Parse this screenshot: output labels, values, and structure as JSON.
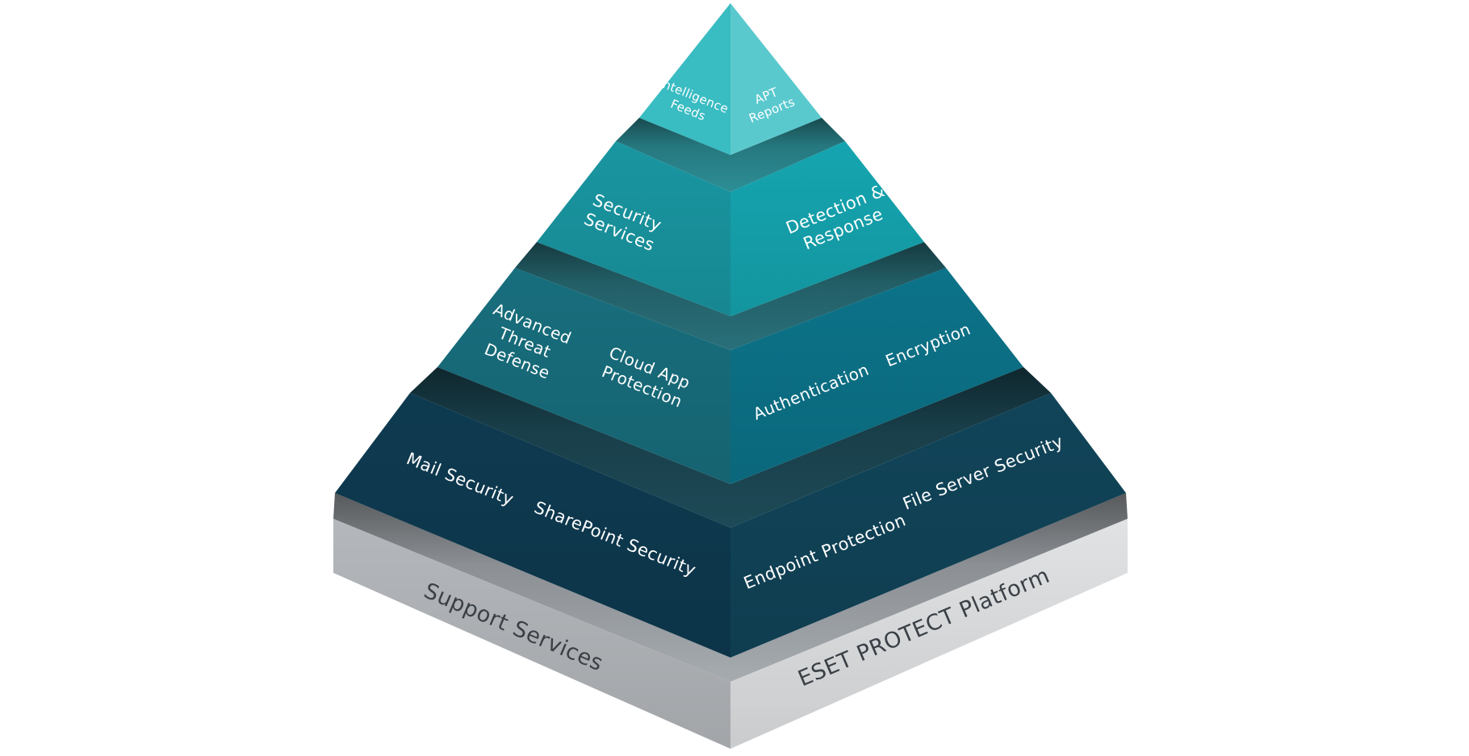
{
  "diagram_type": "layered-pyramid",
  "colors": {
    "background": "#ffffff",
    "face_text": "#ffffff",
    "base_text": "#3a4046",
    "tier1_left": "#39bcc2",
    "tier1_right": "#5ac9ce",
    "tier2_top": "#2d8e96",
    "tier2_left": "#1996a1",
    "tier2_right": "#15a5b0",
    "tier3_top": "#29707a",
    "tier3_left": "#186e7d",
    "tier3_right": "#0c7389",
    "tier4_top": "#1d4a57",
    "tier4_left": "#0e3a50",
    "tier4_right": "#114459",
    "base_top": "#a6abb0",
    "base_left": "#b4b7bb",
    "base_right": "#e0e2e4"
  },
  "pyramid": {
    "tier1": {
      "left_label": "Intelligence\nFeeds",
      "right_label": "APT\nReports"
    },
    "tier2": {
      "left_label": "Security\nServices",
      "right_label": "Detection &\nResponse"
    },
    "tier3": {
      "left_labels": [
        "Advanced\nThreat\nDefense",
        "Cloud App\nProtection"
      ],
      "right_labels": [
        "Authentication",
        "Encryption"
      ]
    },
    "tier4": {
      "left_labels": [
        "Mail Security",
        "SharePoint Security"
      ],
      "right_labels": [
        "Endpoint Protection",
        "File Server Security"
      ]
    },
    "base": {
      "left_label": "Support Services",
      "right_label": "ESET PROTECT Platform"
    }
  }
}
